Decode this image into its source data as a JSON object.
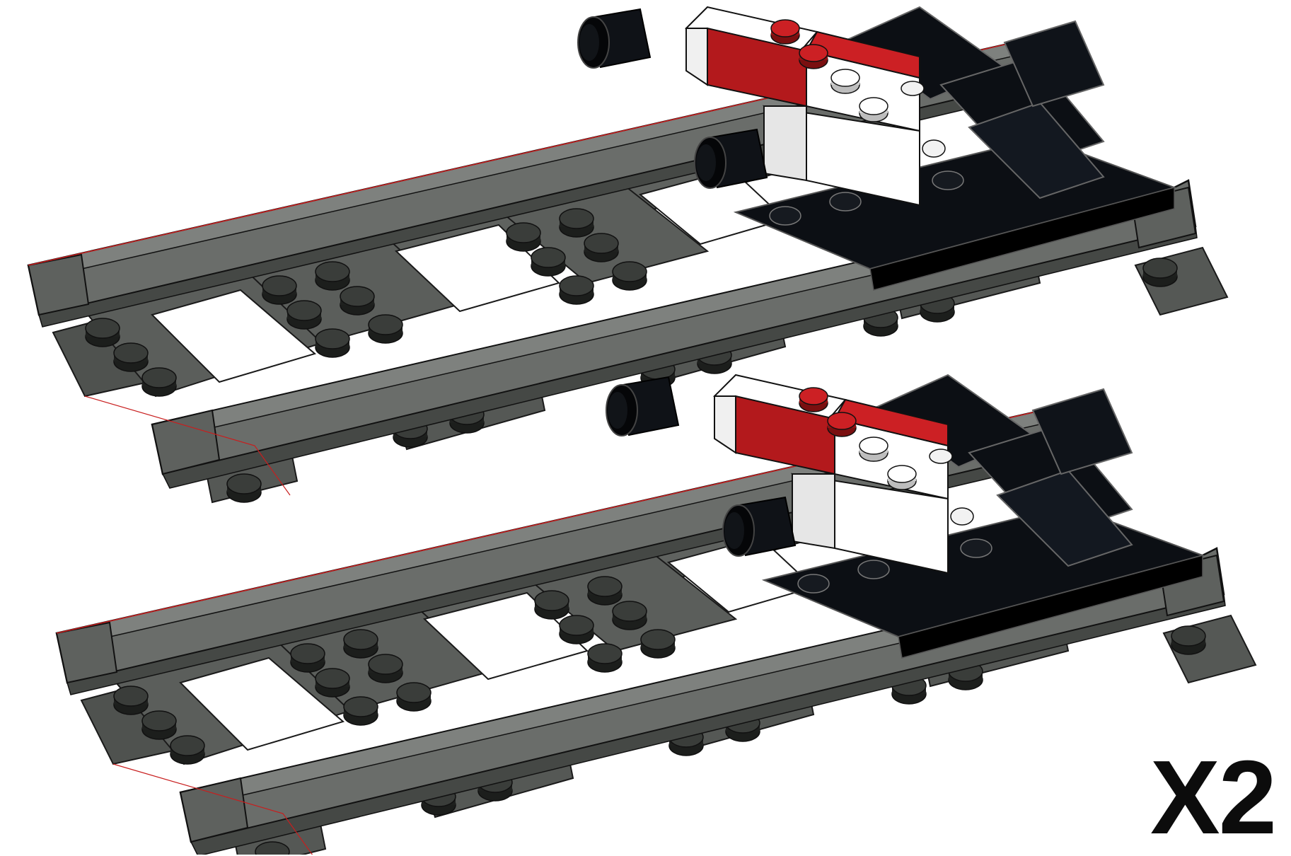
{
  "illustration": {
    "assemblies": [
      {
        "name": "track-with-buffer-stop-upper"
      },
      {
        "name": "track-with-buffer-stop-lower"
      }
    ],
    "colors": {
      "track": "#5b5e5b",
      "track_light": "#727572",
      "track_dark": "#404240",
      "stud": "#303330",
      "buffer_black": "#0c0f14",
      "buffer_white": "#f4f4f4",
      "buffer_red": "#b3191c",
      "outline": "#111111",
      "edge_red": "#c81e1e"
    }
  },
  "multiplier": "X2"
}
